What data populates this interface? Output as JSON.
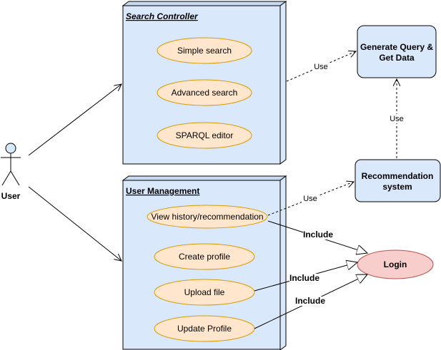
{
  "actor": {
    "label": "User"
  },
  "search_controller": {
    "title": "Search Controller",
    "use_cases": [
      "Simple search",
      "Advanced search",
      "SPARQL editor"
    ]
  },
  "user_management": {
    "title": "User Management",
    "use_cases": [
      "View history/recommendation",
      "Create profile",
      "Upload file",
      "Update Profile"
    ]
  },
  "generate_query": {
    "line1": "Generate Query &",
    "line2": "Get Data"
  },
  "recommendation": {
    "line1": "Recommendation",
    "line2": "system"
  },
  "login": {
    "label": "Login"
  },
  "edges": {
    "use_search_to_generate": "Use",
    "use_recommendation_to_generate": "Use",
    "use_history_to_recommendation": "Use",
    "include_history": "Include",
    "include_upload": "Include",
    "include_update": "Include"
  },
  "colors": {
    "container_fill": "#dae8fc",
    "usecase_fill": "#ffe6cc",
    "usecase_stroke": "#d79b00",
    "login_fill": "#f8cecc",
    "login_stroke": "#b85450"
  }
}
